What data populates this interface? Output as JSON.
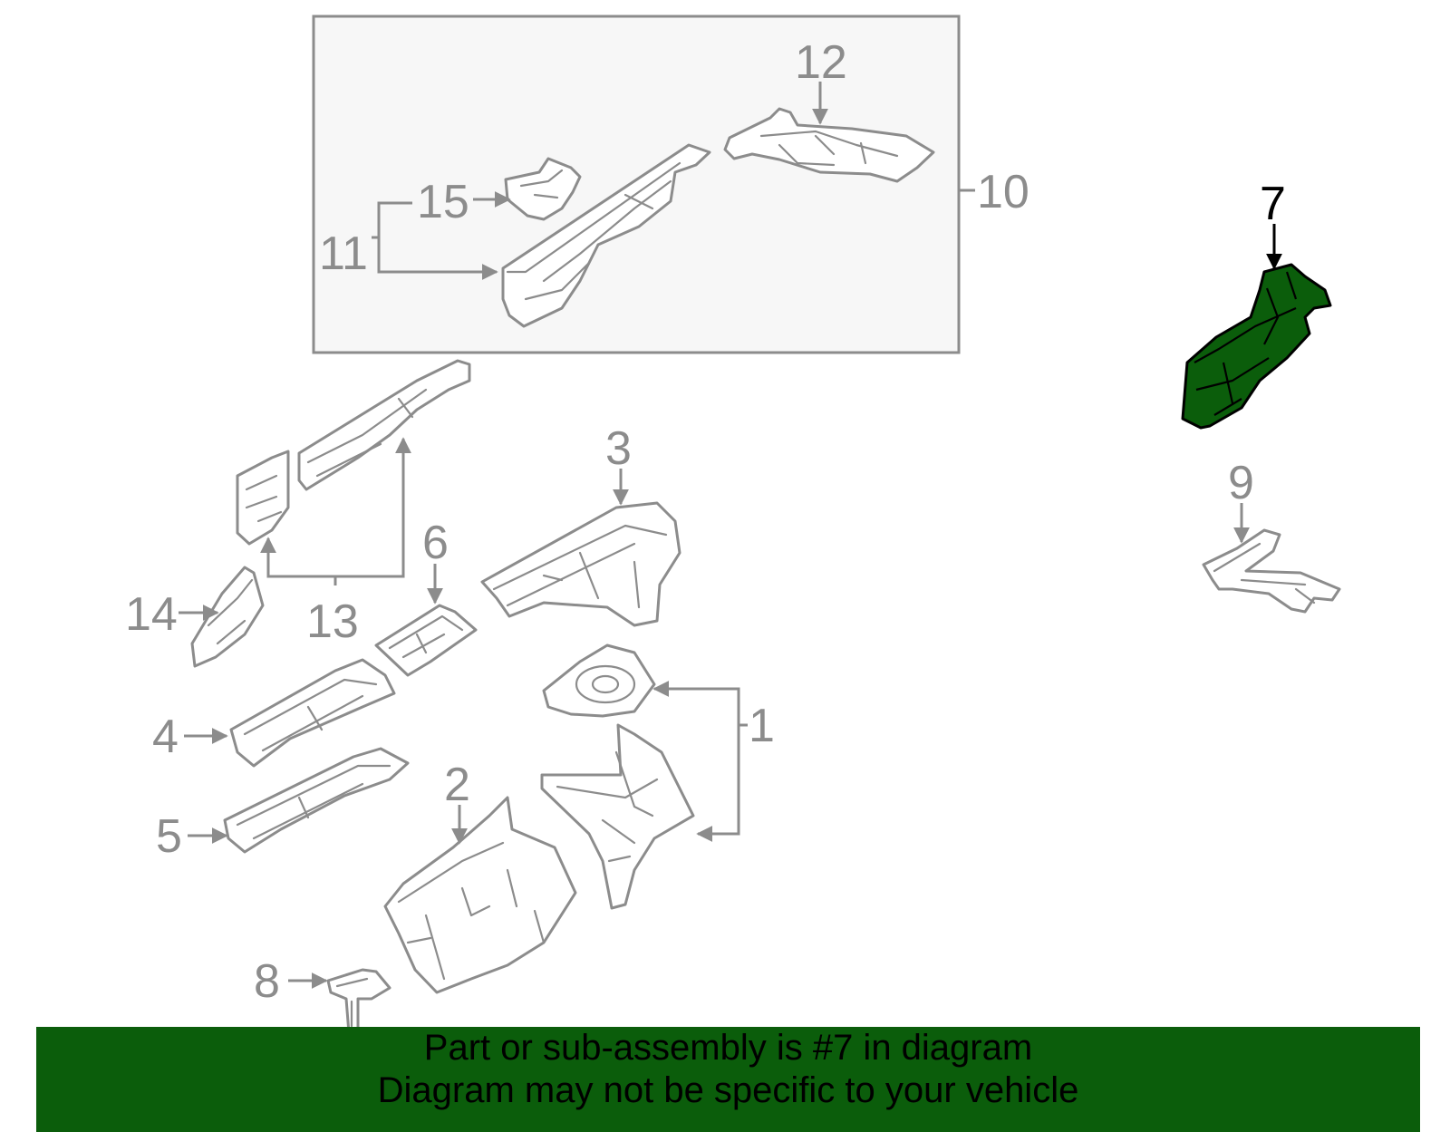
{
  "colors": {
    "highlight": "#0b5d0b",
    "banner": "#0b5d0b",
    "line": "#8c8c8c",
    "inset_bg": "#f7f7f7"
  },
  "callouts": {
    "c1": "1",
    "c2": "2",
    "c3": "3",
    "c4": "4",
    "c5": "5",
    "c6": "6",
    "c7": "7",
    "c8": "8",
    "c9": "9",
    "c10": "10",
    "c11": "11",
    "c12": "12",
    "c13": "13",
    "c14": "14",
    "c15": "15"
  },
  "highlighted_part": "7",
  "banner": {
    "line1": "Part or sub-assembly is #7 in diagram",
    "line2": "Diagram may not be specific to your vehicle"
  }
}
